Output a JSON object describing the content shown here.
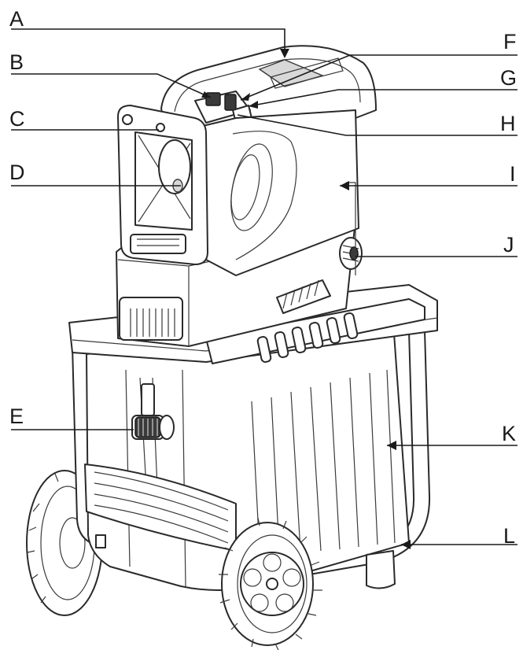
{
  "labels": {
    "A": "A",
    "B": "B",
    "C": "C",
    "D": "D",
    "E": "E",
    "F": "F",
    "G": "G",
    "H": "H",
    "I": "I",
    "J": "J",
    "K": "K",
    "L": "L"
  },
  "colors": {
    "line": "#1a1a1a",
    "background": "#ffffff"
  }
}
